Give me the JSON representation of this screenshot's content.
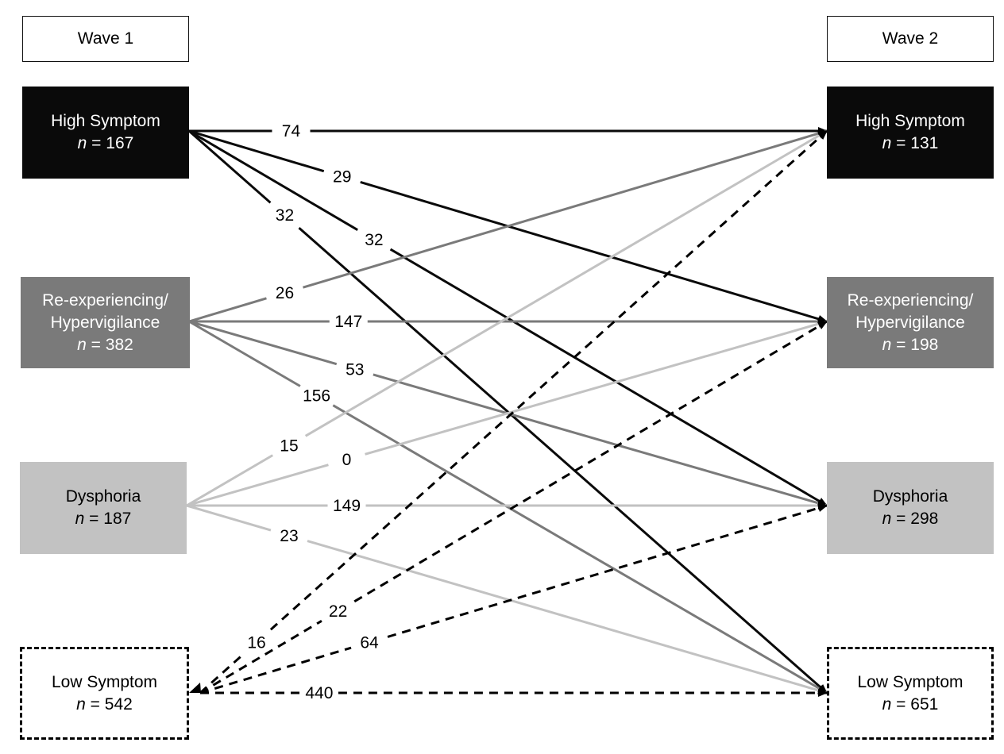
{
  "waves": {
    "left": "Wave 1",
    "right": "Wave 2"
  },
  "nodes": {
    "w1_high": {
      "name": "High Symptom",
      "n": "167",
      "fill": "#0a0a0a"
    },
    "w1_reexp": {
      "name_line1": "Re-experiencing/",
      "name_line2": "Hypervigilance",
      "n": "382",
      "fill": "#7a7a7a"
    },
    "w1_dys": {
      "name": "Dysphoria",
      "n": "187",
      "fill": "#c2c2c2"
    },
    "w1_low": {
      "name": "Low Symptom",
      "n": "542",
      "style": "dashed"
    },
    "w2_high": {
      "name": "High Symptom",
      "n": "131",
      "fill": "#0a0a0a"
    },
    "w2_reexp": {
      "name_line1": "Re-experiencing/",
      "name_line2": "Hypervigilance",
      "n": "198",
      "fill": "#7a7a7a"
    },
    "w2_dys": {
      "name": "Dysphoria",
      "n": "298",
      "fill": "#c2c2c2"
    },
    "w2_low": {
      "name": "Low Symptom",
      "n": "651",
      "style": "dashed"
    }
  },
  "n_prefix": "n",
  "n_equals": " = ",
  "colors": {
    "high": "#0a0a0a",
    "reexp": "#7a7a7a",
    "dys": "#c2c2c2",
    "low": "#000000"
  },
  "transitions": [
    {
      "from": "high",
      "to": "high",
      "count": "74"
    },
    {
      "from": "high",
      "to": "reexp",
      "count": "29"
    },
    {
      "from": "high",
      "to": "dys",
      "count": "32"
    },
    {
      "from": "high",
      "to": "low",
      "count": "32"
    },
    {
      "from": "reexp",
      "to": "high",
      "count": "26"
    },
    {
      "from": "reexp",
      "to": "reexp",
      "count": "147"
    },
    {
      "from": "reexp",
      "to": "dys",
      "count": "53"
    },
    {
      "from": "reexp",
      "to": "low",
      "count": "156"
    },
    {
      "from": "dys",
      "to": "high",
      "count": "15"
    },
    {
      "from": "dys",
      "to": "reexp",
      "count": "0"
    },
    {
      "from": "dys",
      "to": "dys",
      "count": "149"
    },
    {
      "from": "dys",
      "to": "low",
      "count": "23"
    },
    {
      "from": "low",
      "to": "high",
      "count": "16"
    },
    {
      "from": "low",
      "to": "reexp",
      "count": "22"
    },
    {
      "from": "low",
      "to": "dys",
      "count": "64"
    },
    {
      "from": "low",
      "to": "low",
      "count": "440"
    }
  ]
}
